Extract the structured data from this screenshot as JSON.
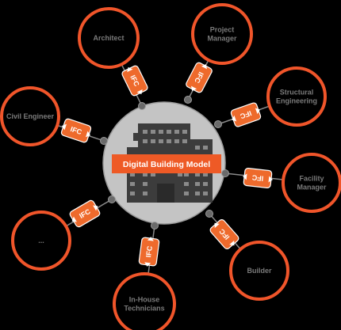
{
  "center": {
    "label": "Digital Building Model"
  },
  "badge": {
    "text": "IFC"
  },
  "colors": {
    "ring": "#f0552a",
    "hub": "#c4c4c4",
    "building": "#3c3c3c",
    "label": "#7a7a7a",
    "badge": "#ee6a2c"
  },
  "nodes": [
    {
      "id": "architect",
      "lines": [
        "Architect"
      ]
    },
    {
      "id": "project-manager",
      "lines": [
        "Project",
        "Manager"
      ]
    },
    {
      "id": "structural-engineering",
      "lines": [
        "Structural",
        "Engineering"
      ]
    },
    {
      "id": "facility-manager",
      "lines": [
        "Facility",
        "Manager"
      ]
    },
    {
      "id": "builder",
      "lines": [
        "Builder"
      ]
    },
    {
      "id": "in-house-technicians",
      "lines": [
        "In-House",
        "Technicians"
      ]
    },
    {
      "id": "other",
      "lines": [
        "..."
      ]
    },
    {
      "id": "civil-engineer",
      "lines": [
        "Civil Engineer"
      ]
    }
  ]
}
